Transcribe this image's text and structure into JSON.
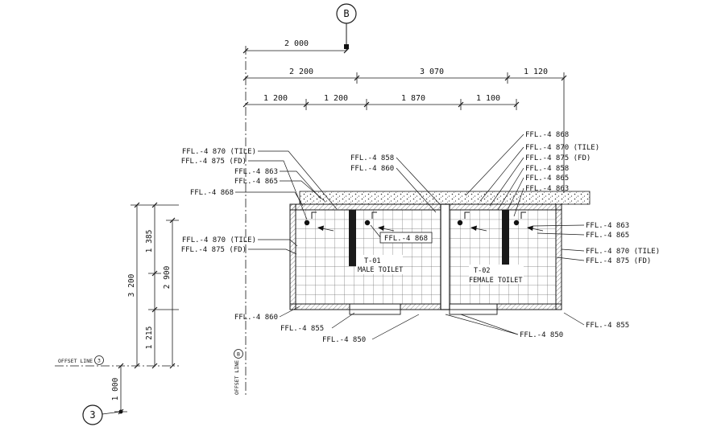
{
  "drawing": {
    "grid_bubble_top": "B",
    "grid_bubble_left": "3",
    "offset_line_left": {
      "label": "OFFSET LINE",
      "ref": "3"
    },
    "offset_line_center": {
      "label": "OFFSET LINE",
      "ref": "B"
    }
  },
  "dims": {
    "h1": [
      "2 000"
    ],
    "h2": [
      "2 200",
      "3 070",
      "1 120"
    ],
    "h3": [
      "1 200",
      "1 200",
      "1 870",
      "1 100"
    ],
    "v": [
      "3 200",
      "1 385",
      "2 900",
      "1 215",
      "1 000"
    ]
  },
  "rooms": [
    {
      "code": "T-01",
      "name": "MALE TOILET"
    },
    {
      "code": "T-02",
      "name": "FEMALE TOILET"
    }
  ],
  "annotations": {
    "left_top": [
      "FFL.-4 870 (TILE)",
      "FFL.-4 875 (FD)",
      "FFL.-4 863",
      "FFL.-4 865",
      "FFL.-4 868"
    ],
    "left_mid": [
      "FFL.-4 870 (TILE)",
      "FFL.-4 875 (FD)"
    ],
    "center_top": [
      "FFL.-4 858",
      "FFL.-4 860"
    ],
    "inner_box": "FFL.-4 868",
    "right_top": [
      "FFL.-4 868",
      "FFL.-4 870 (TILE)",
      "FFL.-4 875 (FD)",
      "FFL.-4 858",
      "FFL.-4 865",
      "FFL.-4 863"
    ],
    "right_mid": [
      "FFL.-4 863",
      "FFL.-4 865",
      "FFL.-4 870 (TILE)",
      "FFL.-4 875 (FD)"
    ],
    "bottom_left": [
      "FFL.-4 860",
      "FFL.-4 855",
      "FFL.-4 850"
    ],
    "bottom_right": [
      "FFL.-4 850",
      "FFL.-4 855"
    ]
  }
}
